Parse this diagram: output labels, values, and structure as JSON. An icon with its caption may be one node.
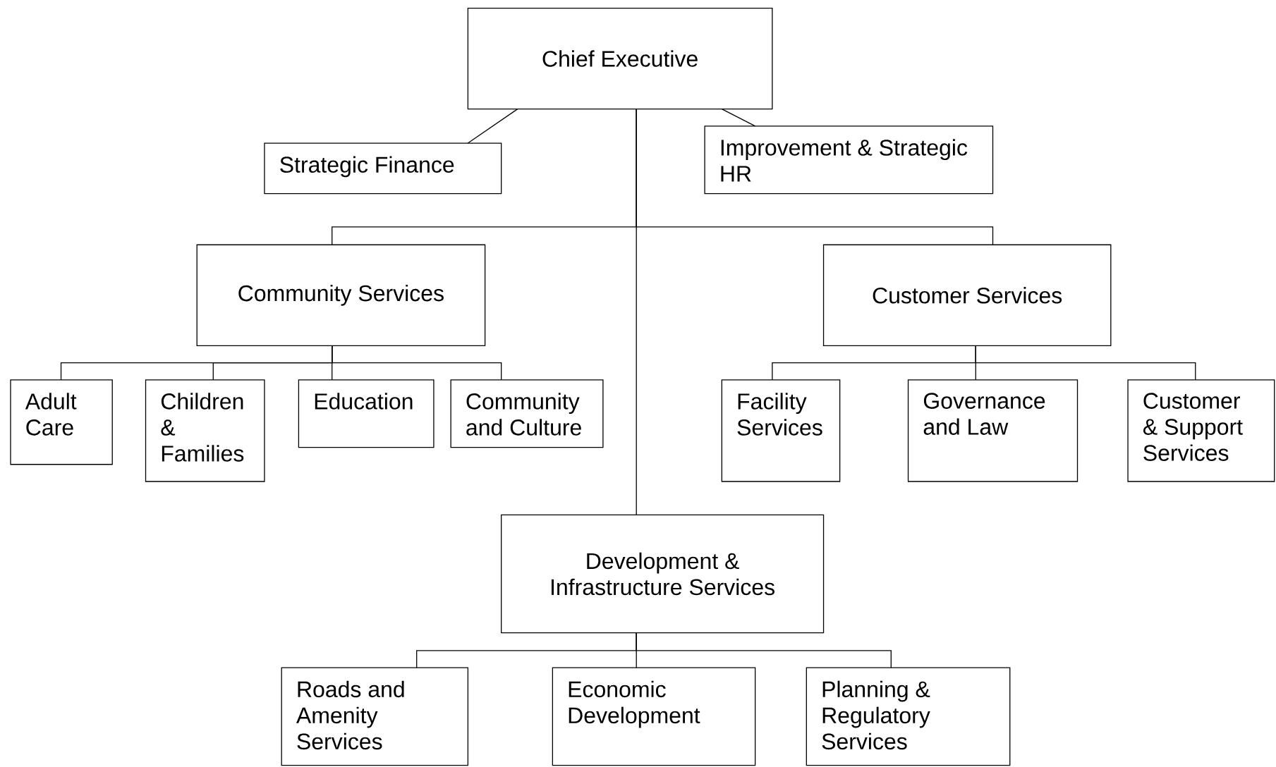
{
  "diagram": {
    "nodes": [
      {
        "text": [
          "Chief Executive"
        ]
      },
      {
        "text": [
          "Strategic Finance"
        ]
      },
      {
        "text": [
          "Improvement & Strategic HR"
        ]
      },
      {
        "text": [
          "Community Services"
        ]
      },
      {
        "text": [
          "Customer Services"
        ]
      },
      {
        "text": [
          "Adult Care"
        ]
      },
      {
        "text": [
          "Children & Families"
        ]
      },
      {
        "text": [
          "Education"
        ]
      },
      {
        "text": [
          "Community and Culture"
        ]
      },
      {
        "text": [
          "Facility Services"
        ]
      },
      {
        "text": [
          "Governance and Law"
        ]
      },
      {
        "text": [
          "Customer & Support Services"
        ]
      },
      {
        "text": [
          "Development & Infrastructure Services"
        ]
      },
      {
        "text": [
          "Roads and Amenity Services"
        ]
      },
      {
        "text": [
          "Economic Development"
        ]
      },
      {
        "text": [
          "Planning & Regulatory Services"
        ]
      }
    ],
    "edges": [
      {
        "from": 0,
        "to": 1,
        "arrow": "none"
      },
      {
        "from": 0,
        "to": 2,
        "arrow": "none"
      },
      {
        "from": 0,
        "to": 3,
        "arrow": "none"
      },
      {
        "from": 0,
        "to": 4,
        "arrow": "none"
      },
      {
        "from": 0,
        "to": 12,
        "arrow": "none"
      },
      {
        "from": 3,
        "to": 5,
        "arrow": "none"
      },
      {
        "from": 3,
        "to": 6,
        "arrow": "none"
      },
      {
        "from": 3,
        "to": 7,
        "arrow": "none"
      },
      {
        "from": 3,
        "to": 8,
        "arrow": "none"
      },
      {
        "from": 4,
        "to": 9,
        "arrow": "none"
      },
      {
        "from": 4,
        "to": 10,
        "arrow": "none"
      },
      {
        "from": 4,
        "to": 11,
        "arrow": "none"
      },
      {
        "from": 12,
        "to": 13,
        "arrow": "none"
      },
      {
        "from": 12,
        "to": 14,
        "arrow": "none"
      },
      {
        "from": 12,
        "to": 15,
        "arrow": "none"
      }
    ]
  }
}
